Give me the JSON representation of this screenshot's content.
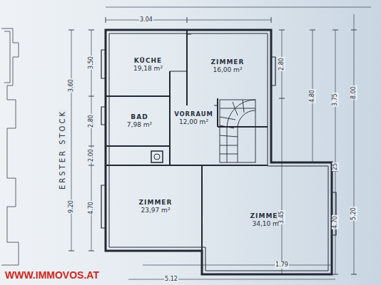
{
  "diagram": {
    "nodes": [
      {
        "text": [
          "KÜCHE",
          "19,18 m²"
        ]
      },
      {
        "text": [
          "ZIMMER",
          "16,00 m²"
        ]
      },
      {
        "text": [
          "BAD",
          "7,98 m²"
        ]
      },
      {
        "text": [
          "VORRAUM",
          "12,00 m²"
        ]
      },
      {
        "text": [
          "ZIMMER",
          "23,97 m²"
        ]
      },
      {
        "text": [
          "ZIMMER",
          "34,10 m²"
        ]
      }
    ],
    "labels": [
      "ERSTER STOCK",
      "WWW.IMMOVOS.AT",
      "3.04",
      "2.80",
      "4.80",
      "8.00",
      "3.75",
      "25",
      "3.45",
      "4.70",
      "5.20",
      "1.79",
      "3.50",
      "2.80",
      "3.60",
      "2.00",
      "9.20",
      "4.70",
      "5.12"
    ]
  }
}
